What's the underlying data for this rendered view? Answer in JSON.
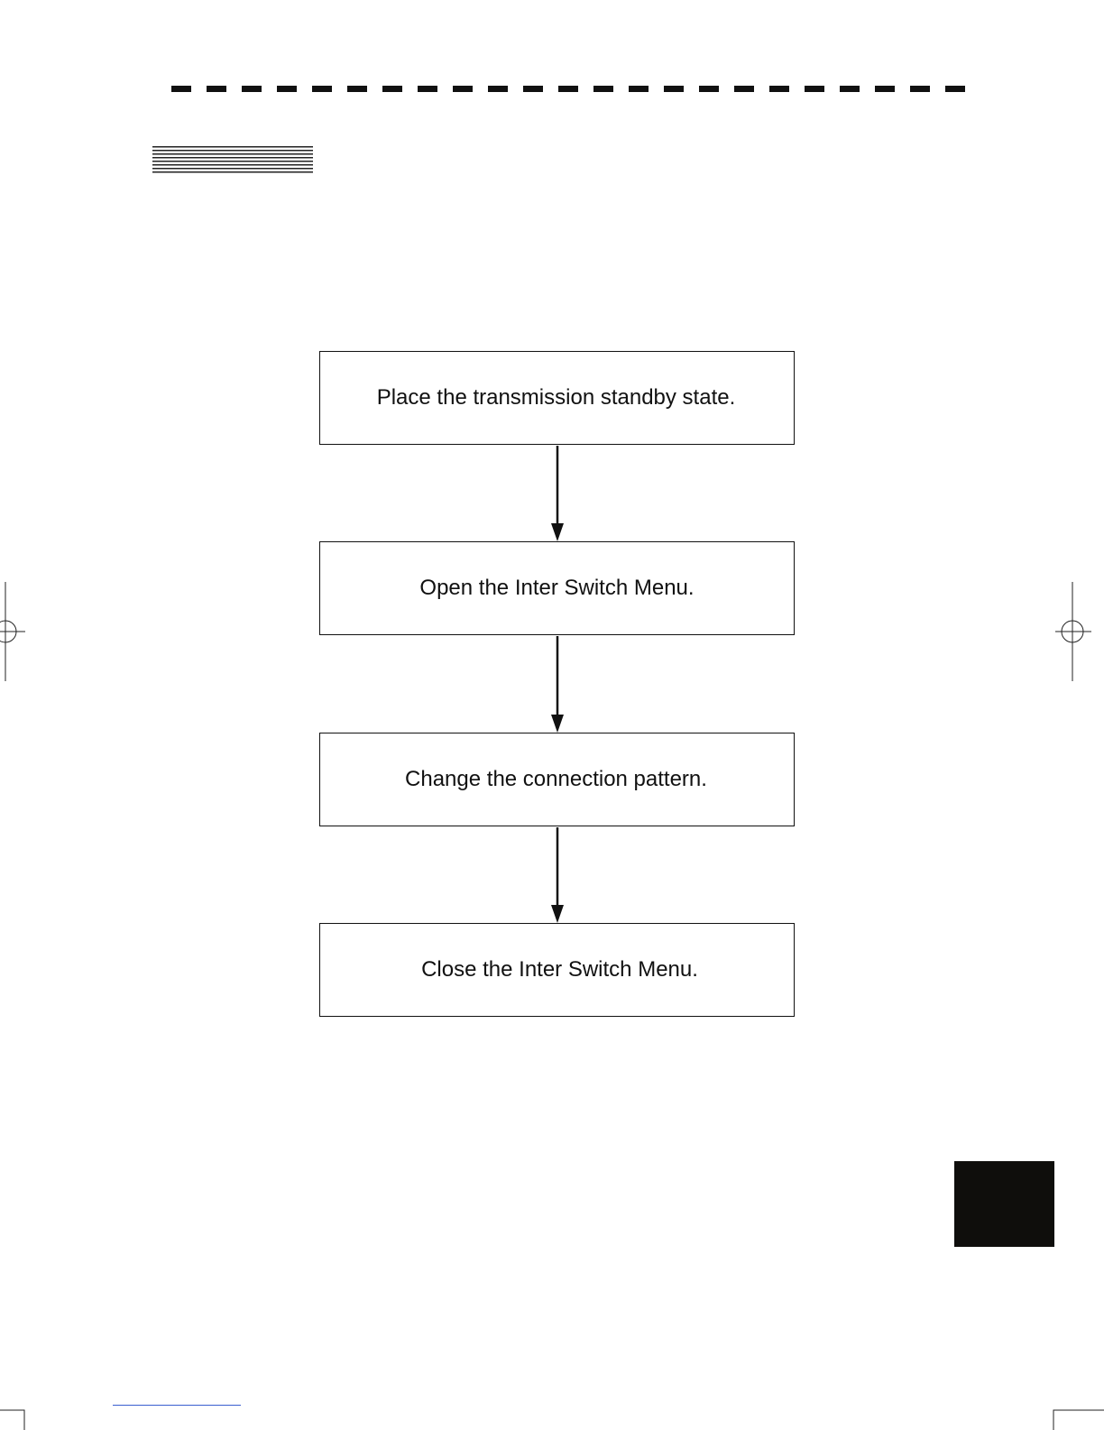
{
  "flowchart": {
    "steps": [
      {
        "label": "Place the transmission standby state."
      },
      {
        "label": "Open the Inter Switch Menu."
      },
      {
        "label": "Change the connection pattern."
      },
      {
        "label": "Close the Inter Switch Menu."
      }
    ]
  },
  "colors": {
    "line": "#111111",
    "tab": "#0f0e0c",
    "bottom_rule": "#3a5fd0"
  }
}
